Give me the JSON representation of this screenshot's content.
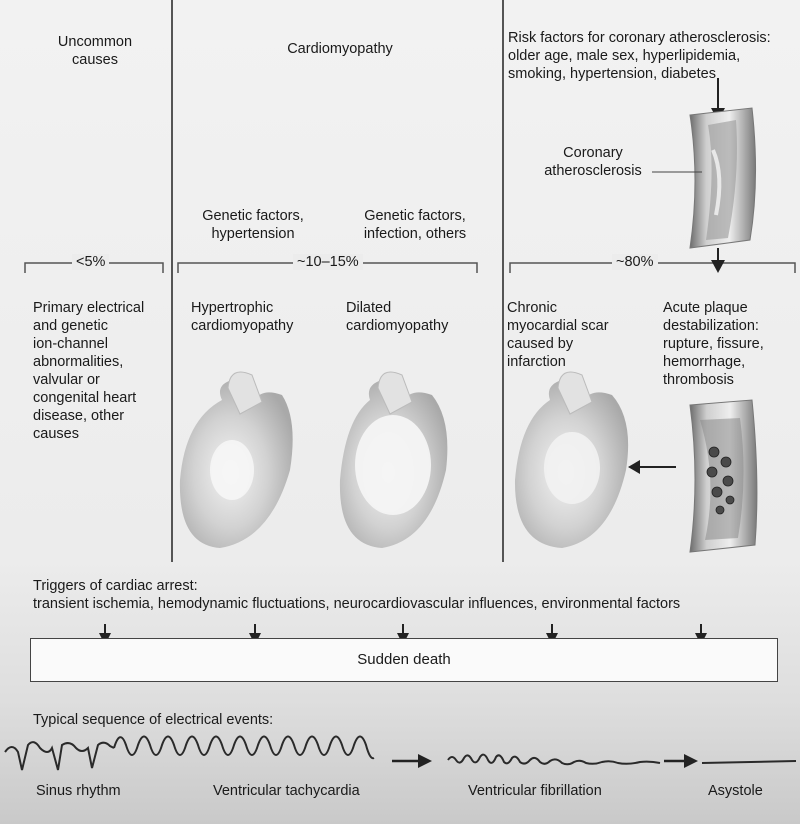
{
  "columns": {
    "uncommon": {
      "header": "Uncommon\ncauses",
      "percent": "<5%",
      "description": "Primary electrical\nand genetic\nion-channel\nabnormalities,\nvalvular or\ncongenital heart\ndisease, other\ncauses"
    },
    "cardiomyopathy": {
      "header": "Cardiomyopathy",
      "percent": "~10–15%",
      "factors_left": "Genetic factors,\nhypertension",
      "factors_right": "Genetic factors,\ninfection, others",
      "hypertrophic": "Hypertrophic\ncardiomyopathy",
      "dilated": "Dilated\ncardiomyopathy"
    },
    "coronary": {
      "risk_factors": "Risk factors for coronary atherosclerosis:\nolder age, male sex, hyperlipidemia,\nsmoking, hypertension, diabetes",
      "atherosclerosis_label": "Coronary\natherosclerosis",
      "percent": "~80%",
      "chronic_scar": "Chronic\nmyocardial scar\ncaused by\ninfarction",
      "acute_plaque": "Acute plaque\ndestabilization:\nrupture, fissure,\nhemorrhage,\nthrombosis"
    }
  },
  "triggers": {
    "title": "Triggers of cardiac arrest:",
    "list": "transient ischemia, hemodynamic fluctuations, neurocardiovascular influences, environmental factors"
  },
  "outcome": "Sudden death",
  "sequence": {
    "title": "Typical sequence of electrical events:",
    "events": [
      "Sinus rhythm",
      "Ventricular tachycardia",
      "Ventricular fibrillation",
      "Asystole"
    ]
  }
}
